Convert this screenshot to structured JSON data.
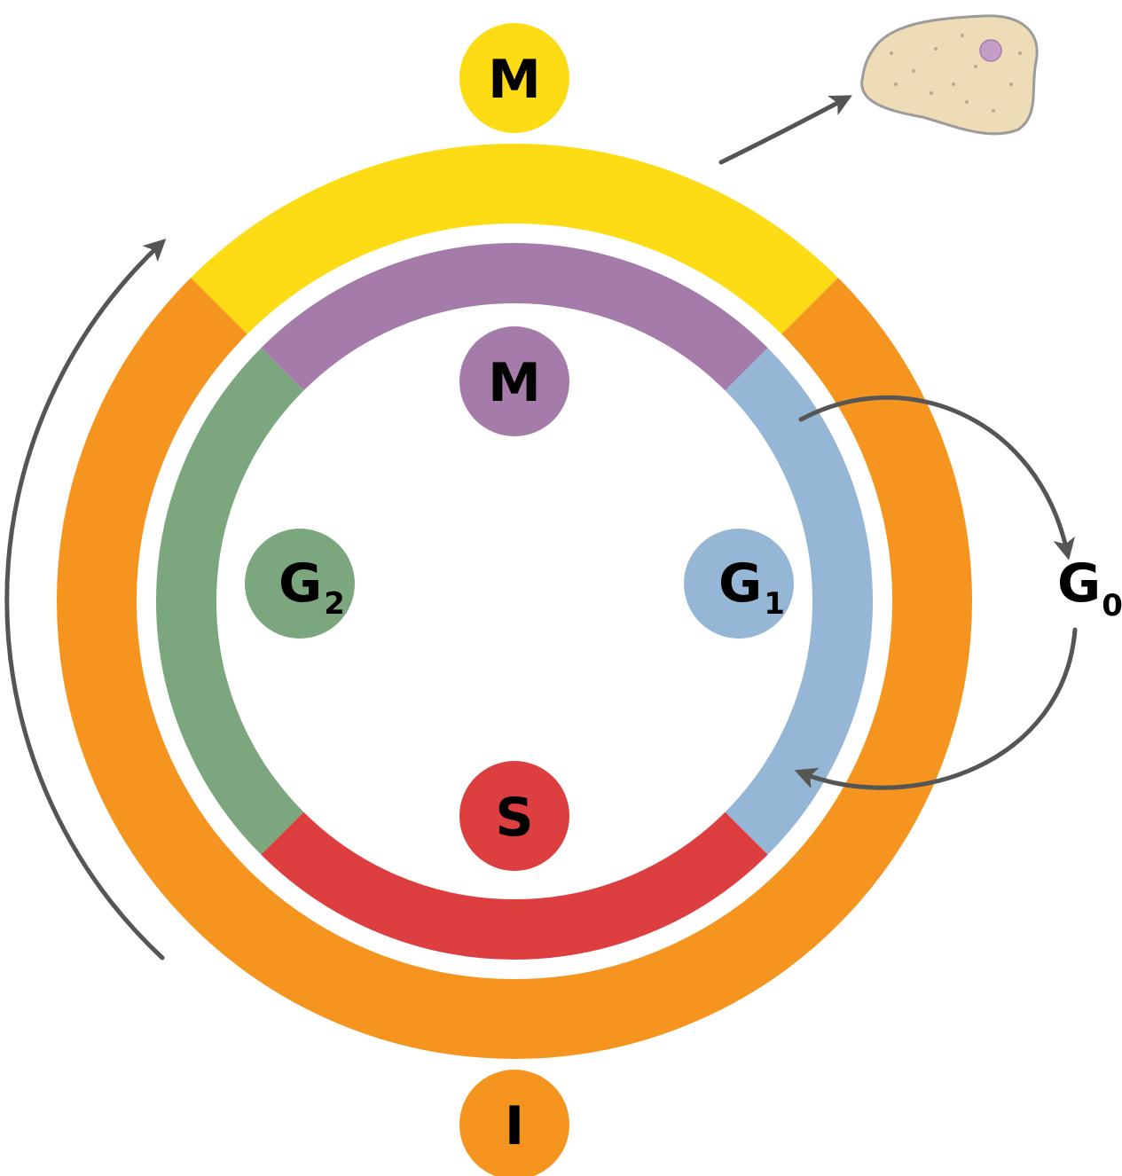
{
  "colors": {
    "mitosis_outer": "#fddc16",
    "interphase_outer": "#f5951f",
    "m_inner": "#a57ca9",
    "g1": "#95b6d4",
    "s": "#dd3f40",
    "g2": "#7ca77e",
    "arrow": "#555555",
    "cell_fill": "#eddcb5",
    "cell_outline": "#9b9b9b",
    "nucleus": "#c59ec8"
  },
  "labels": {
    "outer_m": "M",
    "outer_i": "I",
    "inner_m": "M",
    "s": "S",
    "g1_main": "G",
    "g1_sub": "1",
    "g2_main": "G",
    "g2_sub": "2",
    "g0_main": "G",
    "g0_sub": "0"
  },
  "icons": {
    "daughter_cell": "cell-icon"
  }
}
